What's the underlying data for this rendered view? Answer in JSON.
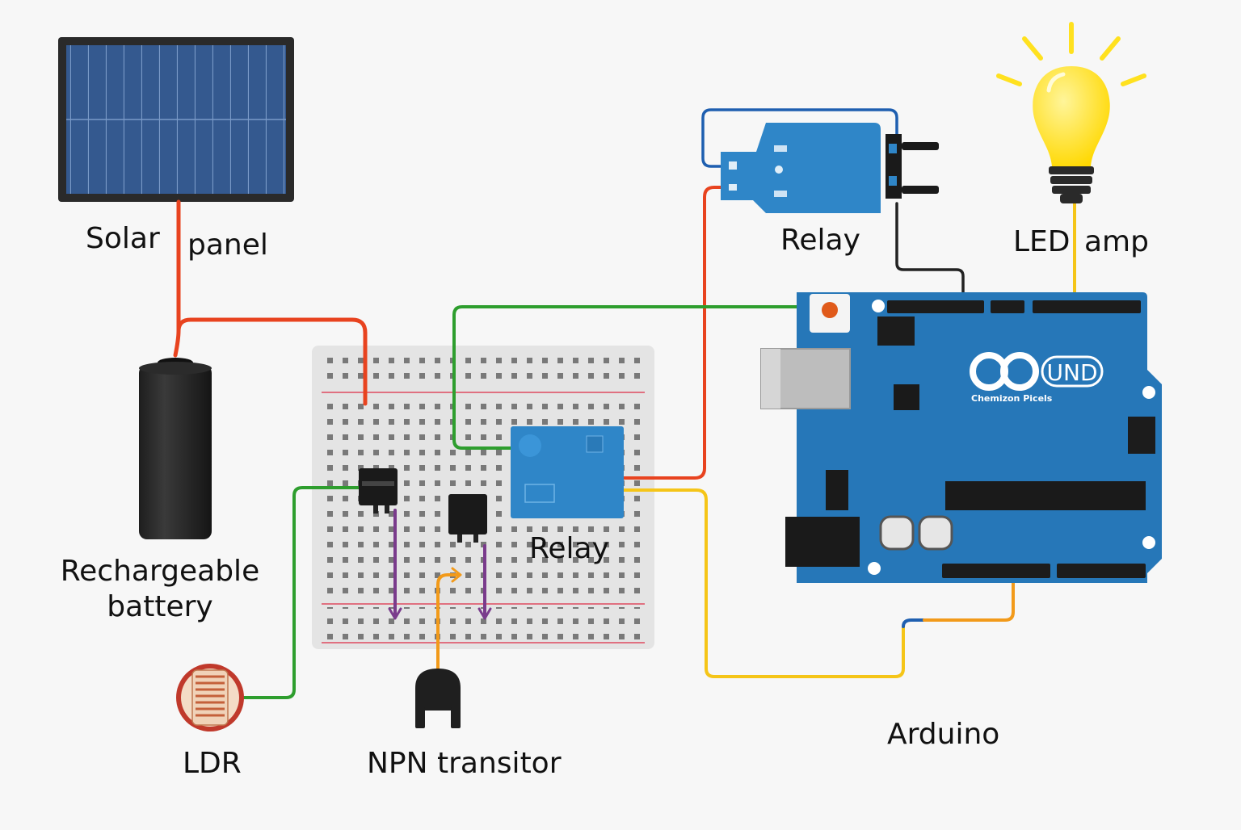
{
  "labels": {
    "solar_word1": "Solar",
    "solar_word2": "panel",
    "battery_line1": "Rechargeable",
    "battery_line2": "battery",
    "ldr": "LDR",
    "npn": "NPN transitor",
    "relay_top": "Relay",
    "relay_board": "Relay",
    "led_word1": "LED",
    "led_word2": "amp",
    "arduino": "Arduino"
  },
  "arduino_board": {
    "logo_text": "UND",
    "maker_text": "Chemizon Picels"
  },
  "colors": {
    "background": "#f7f7f7",
    "wire_red": "#e8431f",
    "wire_green": "#2e9e2e",
    "wire_yellow": "#f5c518",
    "wire_orange": "#f29a1a",
    "wire_blue": "#1f5fb0",
    "wire_black": "#222222",
    "wire_purple": "#7a3b8c",
    "board_blue": "#2677b8",
    "relay_blue": "#2f86c8",
    "solar_cell": "#33588f",
    "bulb_yellow": "#ffe11f"
  },
  "components": [
    "solar-panel",
    "rechargeable-battery",
    "breadboard",
    "relay-module",
    "relay-top",
    "ldr",
    "npn-transistor",
    "led-lamp",
    "arduino-uno"
  ]
}
